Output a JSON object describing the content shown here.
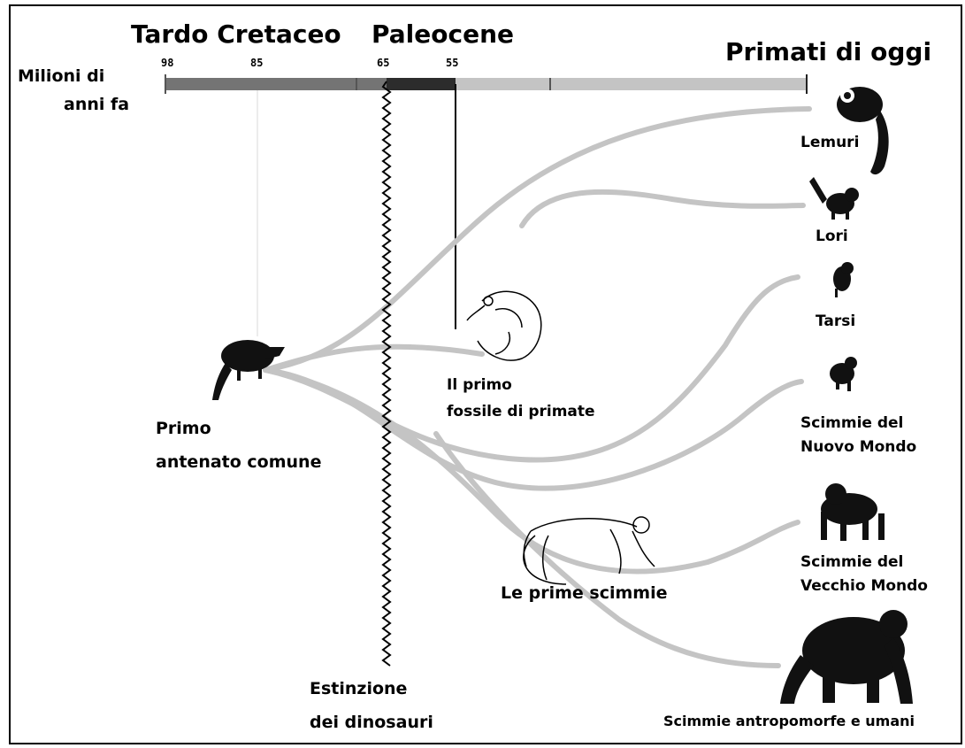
{
  "eras": {
    "late_cretaceous": "Tardo Cretaceo",
    "paleocene": "Paleocene",
    "present_primates": "Primati di oggi"
  },
  "timeline": {
    "axis_label_line1": "Milioni di",
    "axis_label_line2": "anni fa",
    "ticks": [
      "98",
      "85",
      "65",
      "55"
    ]
  },
  "labels": {
    "common_ancestor_line1": "Primo",
    "common_ancestor_line2": "antenato comune",
    "first_fossil_line1": "Il primo",
    "first_fossil_line2": "fossile di primate",
    "first_monkeys": "Le prime scimmie",
    "extinction_line1": "Estinzione",
    "extinction_line2": "dei dinosauri"
  },
  "groups": {
    "lemurs": "Lemuri",
    "lorises": "Lori",
    "tarsiers": "Tarsi",
    "new_world_line1": "Scimmie del",
    "new_world_line2": "Nuovo Mondo",
    "old_world_line1": "Scimmie del",
    "old_world_line2": "Vecchio Mondo",
    "apes_humans": "Scimmie antropomorfe e umani"
  },
  "colors": {
    "branch": "#c4c4c4",
    "timeline_cretaceous": "#747474",
    "timeline_paleocene": "#2c2c2c",
    "timeline_present": "#c4c4c4",
    "silhouette": "#111111"
  }
}
